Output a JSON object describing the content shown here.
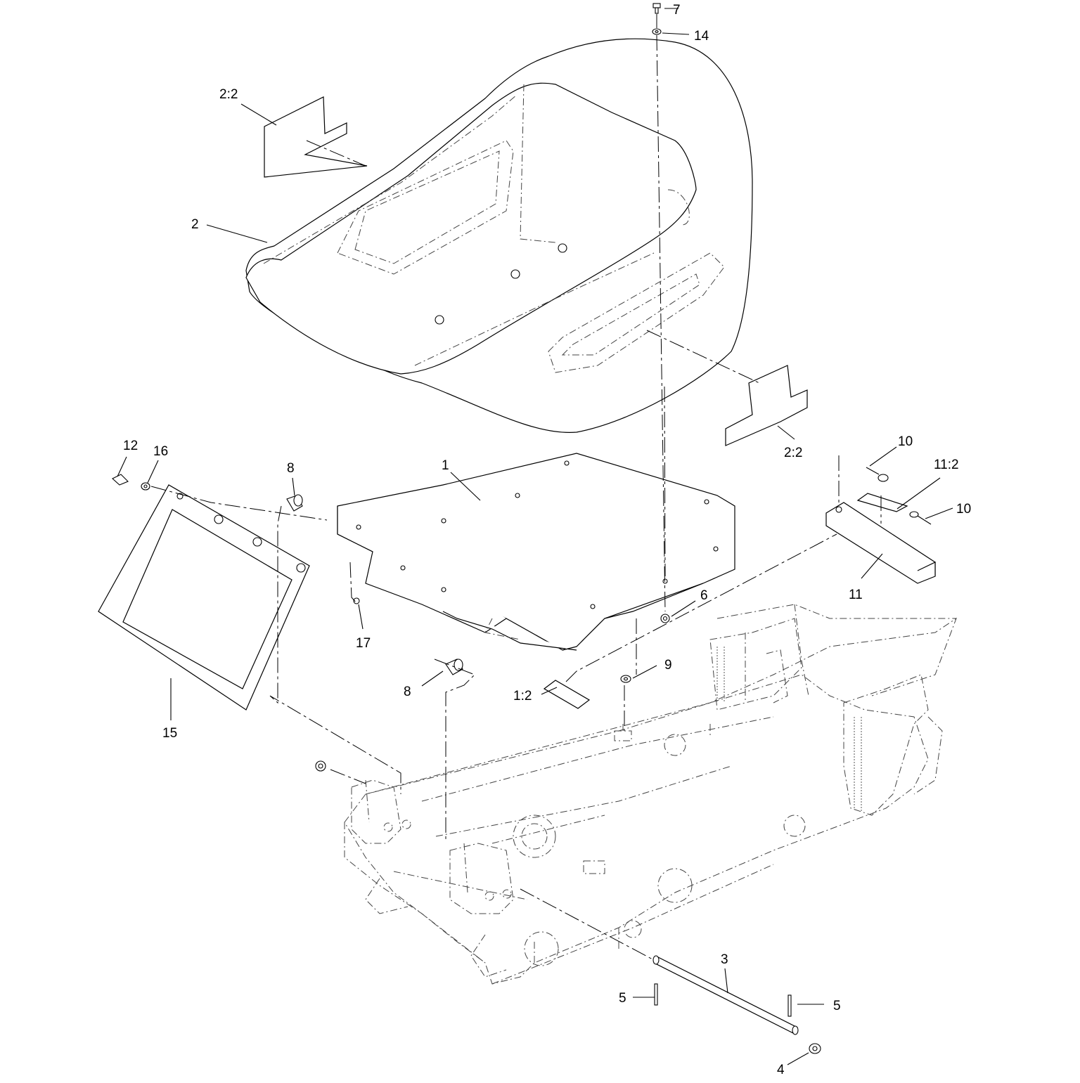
{
  "diagram": {
    "callouts": {
      "c7": "7",
      "c14": "14",
      "c2_2_top": "2:2",
      "c2": "2",
      "c2_2_right": "2:2",
      "c12": "12",
      "c16": "16",
      "c8_top": "8",
      "c1": "1",
      "c10_top": "10",
      "c11_2": "11:2",
      "c10_right": "10",
      "c6": "6",
      "c11": "11",
      "c17": "17",
      "c9": "9",
      "c8_bottom": "8",
      "c1_2": "1:2",
      "c15": "15",
      "c3": "3",
      "c5_left": "5",
      "c5_right": "5",
      "c4": "4"
    }
  }
}
